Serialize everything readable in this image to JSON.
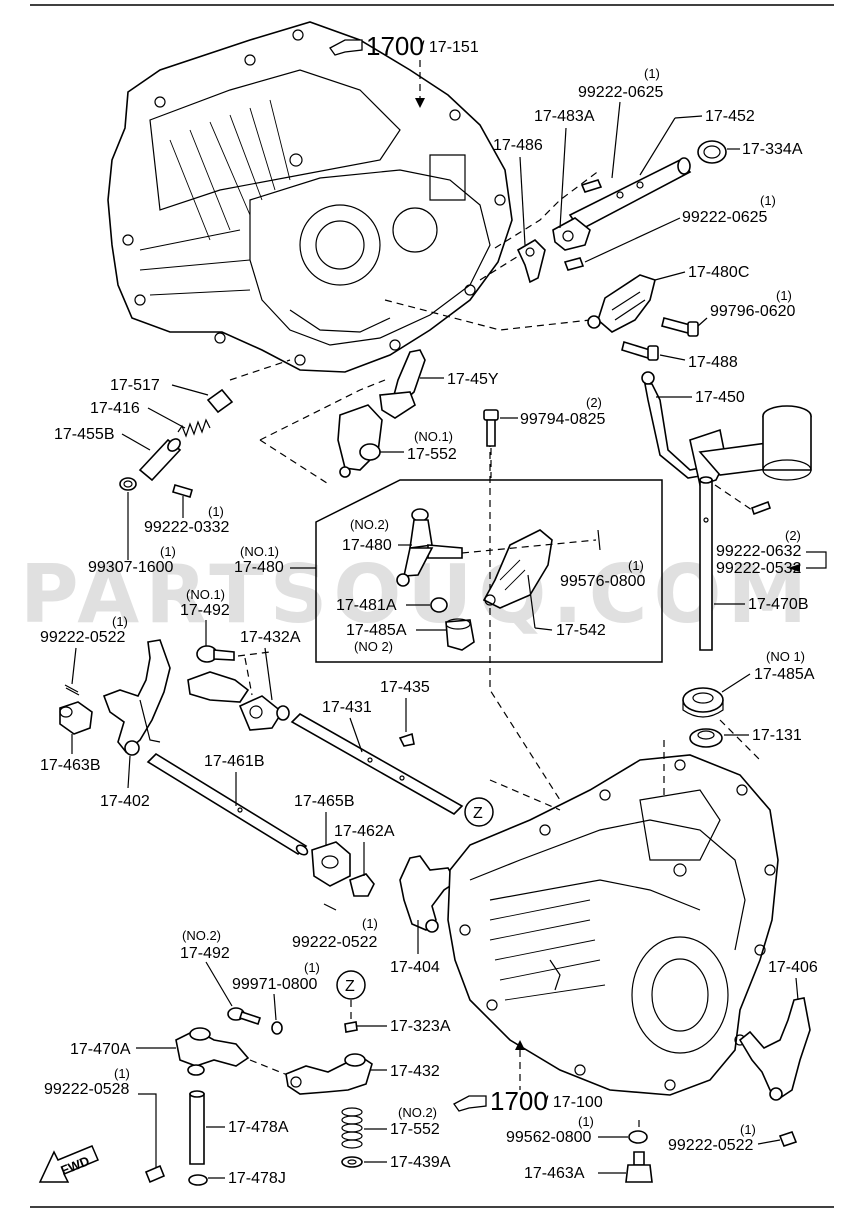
{
  "watermark": "PARTSOUQ.COM",
  "labels": {
    "ref_1700_top": "1700",
    "ref_17151": "/ 17-151",
    "ref_1700_bottom": "1700",
    "ref_17100": "/ 17-100",
    "l_99222_0625_a": "99222-0625",
    "l_99222_0625_a_q": "(1)",
    "l_17452": "17-452",
    "l_17483a": "17-483A",
    "l_17486": "17-486",
    "l_17334a": "17-334A",
    "l_99222_0625_b": "99222-0625",
    "l_99222_0625_b_q": "(1)",
    "l_17480c": "17-480C",
    "l_99796_0620": "99796-0620",
    "l_99796_0620_q": "(1)",
    "l_17488": "17-488",
    "l_17450": "17-450",
    "l_17517": "17-517",
    "l_17416": "17-416",
    "l_17455b": "17-455B",
    "l_1745y": "17-45Y",
    "l_17552_no1_q": "(NO.1)",
    "l_17552_a": "17-552",
    "l_99794_0825": "99794-0825",
    "l_99794_0825_q": "(2)",
    "l_99222_0332": "99222-0332",
    "l_99222_0332_q": "(1)",
    "l_99307_1600": "99307-1600",
    "l_99307_1600_q": "(1)",
    "l_17480_no2_q": "(NO.2)",
    "l_17480_a": "17-480",
    "l_17480_no1_q": "(NO.1)",
    "l_17480_b": "17-480",
    "l_99576_0800": "99576-0800",
    "l_99576_0800_q": "(1)",
    "l_99222_0632": "99222-0632",
    "l_99222_0632_q": "(2)",
    "l_99222_0532": "99222-0532",
    "l_17481a": "17-481A",
    "l_17485a_a": "17-485A",
    "l_17485a_no2_q": "(NO 2)",
    "l_17542": "17-542",
    "l_17470b": "17-470B",
    "l_17492_no1_q": "(NO.1)",
    "l_17492_a": "17-492",
    "l_99222_0522_a_q": "(1)",
    "l_99222_0522_a": "99222-0522",
    "l_17432a": "17-432A",
    "l_17435": "17-435",
    "l_17485a_no1_q": "(NO 1)",
    "l_17485a_b": "17-485A",
    "l_17431": "17-431",
    "l_17131": "17-131",
    "l_17463b": "17-463B",
    "l_17402": "17-402",
    "l_17461b": "17-461B",
    "l_17465b": "17-465B",
    "l_17462a": "17-462A",
    "l_z_a": "Z",
    "l_99222_0522_b": "99222-0522",
    "l_99222_0522_b_q": "(1)",
    "l_17404": "17-404",
    "l_17492_no2_q": "(NO.2)",
    "l_17492_b": "17-492",
    "l_99971_0800": "99971-0800",
    "l_99971_0800_q": "(1)",
    "l_z_b": "Z",
    "l_17406": "17-406",
    "l_17323a": "17-323A",
    "l_17470a": "17-470A",
    "l_17432": "17-432",
    "l_99222_0528_q": "(1)",
    "l_99222_0528": "99222-0528",
    "l_17478a": "17-478A",
    "l_17552_no2_q": "(NO.2)",
    "l_17552_b": "17-552",
    "l_99562_0800_q": "(1)",
    "l_99562_0800": "99562-0800",
    "l_99222_0522_c_q": "(1)",
    "l_99222_0522_c": "99222-0522",
    "l_17439a": "17-439A",
    "l_17478j": "17-478J",
    "l_17463a": "17-463A",
    "fwd": "FWD"
  }
}
